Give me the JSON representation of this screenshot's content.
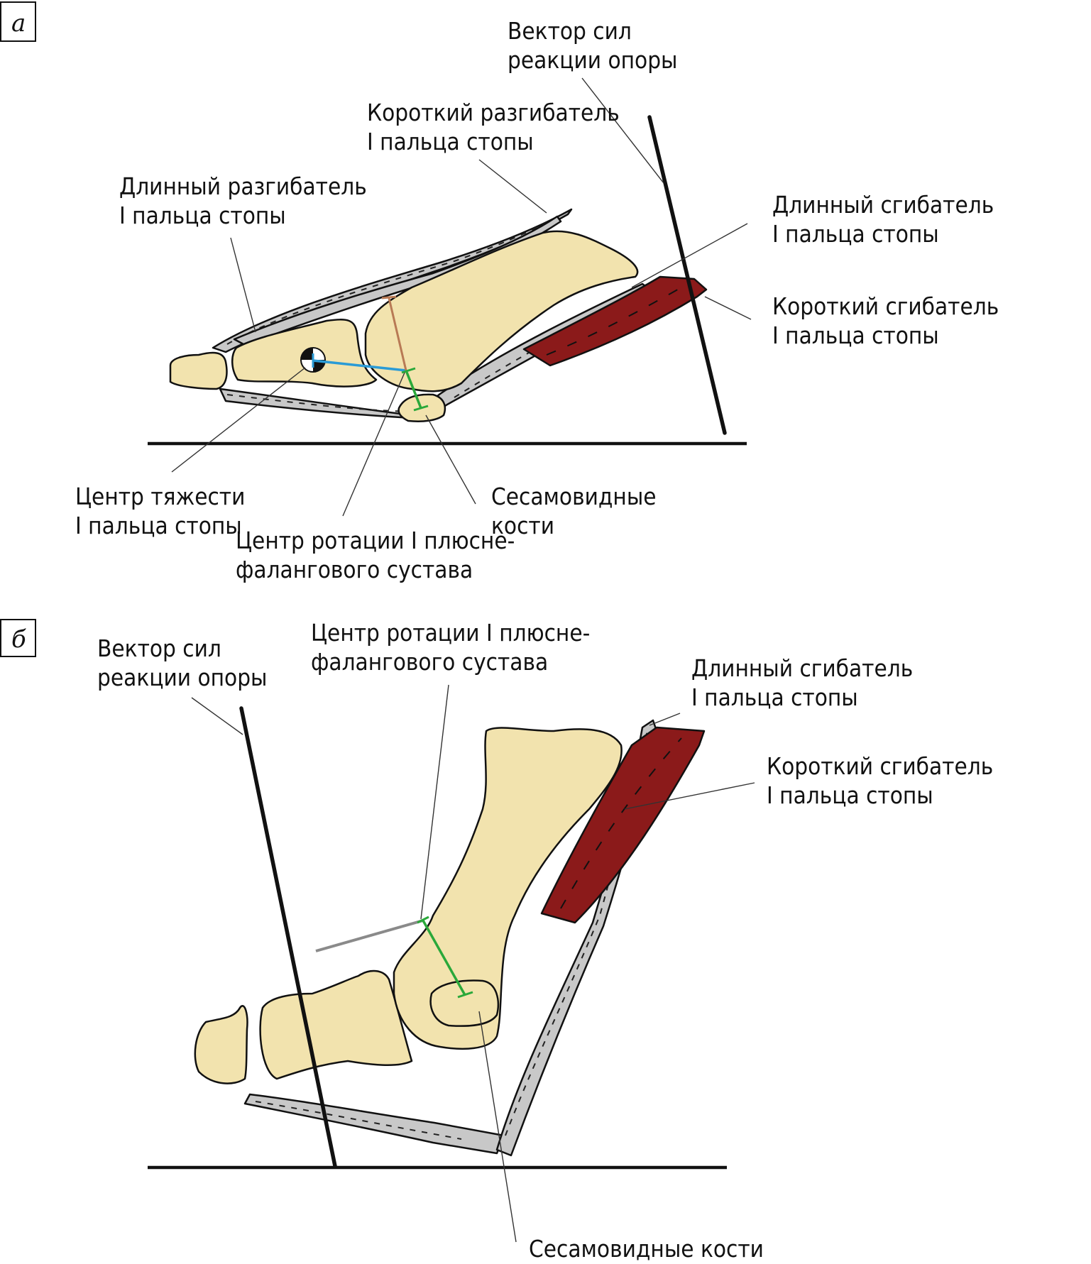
{
  "figure": {
    "panels": [
      {
        "id": "a",
        "letter": "а",
        "labels": {
          "grf_vector": [
            "Вектор сил",
            "реакции опоры"
          ],
          "ehb": [
            "Короткий разгибатель",
            "I пальца стопы"
          ],
          "ehl": [
            "Длинный разгибатель",
            "I пальца стопы"
          ],
          "fhl": [
            "Длинный сгибатель",
            "I пальца стопы"
          ],
          "fhb": [
            "Короткий сгибатель",
            "I пальца стопы"
          ],
          "center_of_mass": [
            "Центр тяжести",
            "I пальца стопы"
          ],
          "rotation_center": [
            "Центр ротации I плюсне-",
            "фалангового сустава"
          ],
          "sesamoids": [
            "Сесамовидные",
            "кости"
          ]
        }
      },
      {
        "id": "b",
        "letter": "б",
        "labels": {
          "grf_vector": [
            "Вектор сил",
            "реакции опоры"
          ],
          "rotation_center": [
            "Центр ротации I плюсне-",
            "фалангового сустава"
          ],
          "fhl": [
            "Длинный сгибатель",
            "I пальца стопы"
          ],
          "fhb": [
            "Короткий сгибатель",
            "I пальца стопы"
          ],
          "sesamoids": [
            "Сесамовидные кости"
          ]
        }
      }
    ],
    "colors": {
      "bone": "#f2e3ae",
      "tendon": "#c8c8c8",
      "muscle": "#8b1a1a",
      "moment_arm_blue": "#2a9bd6",
      "moment_arm_green": "#2aa83a",
      "moment_arm_brown": "#b87a55",
      "moment_arm_gray": "#8a8a8a"
    }
  }
}
